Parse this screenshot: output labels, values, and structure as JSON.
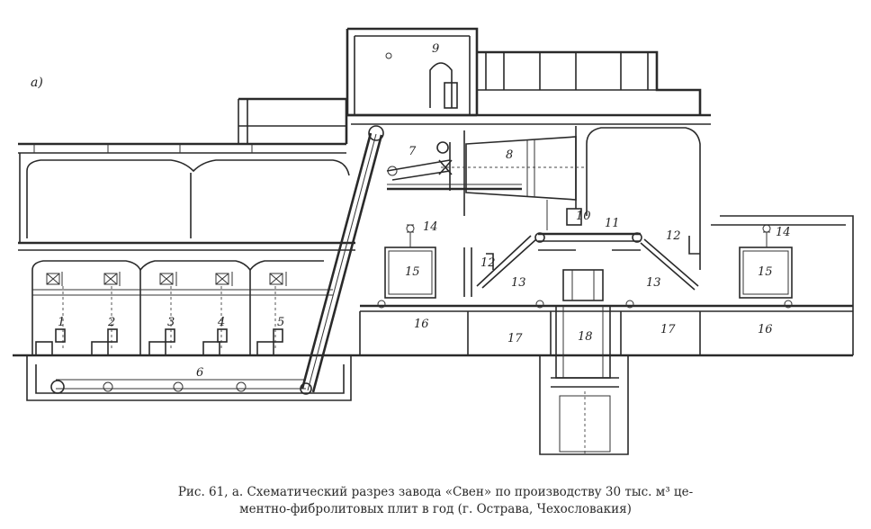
{
  "figure": {
    "panel_label": "а)",
    "caption_line1": "Рис. 61, а. Схематический разрез завода «Свен» по производству 30 тыс. м³ це-",
    "caption_line2": "ментно-фибролитовых плит в год (г. Острава, Чехословакия)"
  },
  "labels": {
    "n1": "1",
    "n2": "2",
    "n3": "3",
    "n4": "4",
    "n5": "5",
    "n6": "6",
    "n7": "7",
    "n8": "8",
    "n9": "9",
    "n10": "10",
    "n11": "11",
    "n12a": "12",
    "n12b": "12",
    "n13a": "13",
    "n13b": "13",
    "n14a": "14",
    "n14b": "14",
    "n15a": "15",
    "n15b": "15",
    "n16a": "16",
    "n16b": "16",
    "n17a": "17",
    "n17b": "17",
    "n18": "18"
  }
}
